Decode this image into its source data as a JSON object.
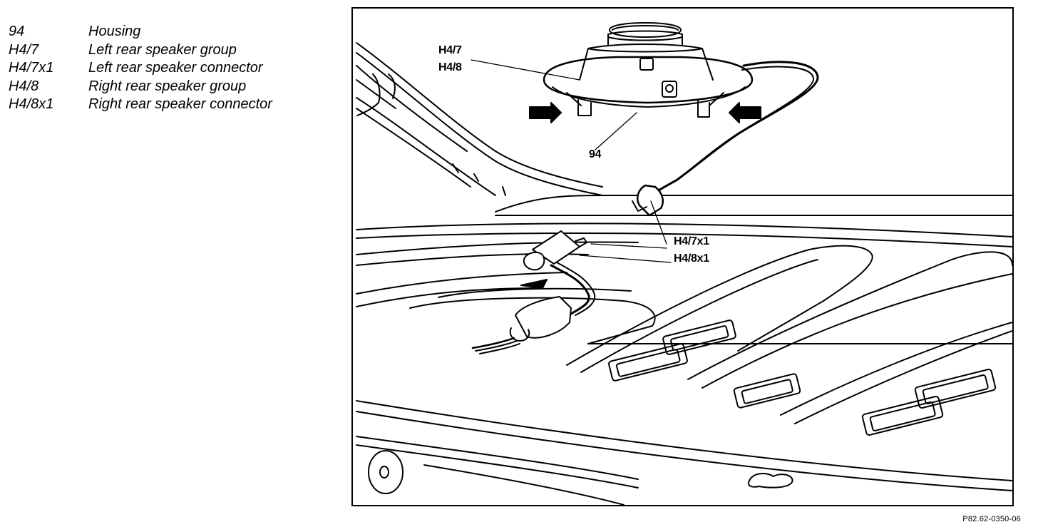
{
  "legend": [
    {
      "code": "94",
      "description": "Housing"
    },
    {
      "code": "H4/7",
      "description": "Left rear speaker group"
    },
    {
      "code": "H4/7x1",
      "description": "Left rear speaker connector"
    },
    {
      "code": "H4/8",
      "description": "Right rear speaker group"
    },
    {
      "code": "H4/8x1",
      "description": "Right rear speaker connector"
    }
  ],
  "callouts": {
    "speaker_left": "H4/7",
    "speaker_right": "H4/8",
    "housing": "94",
    "connector_left": "H4/7x1",
    "connector_right": "H4/8x1"
  },
  "figure_id": "P82.62-0350-06"
}
